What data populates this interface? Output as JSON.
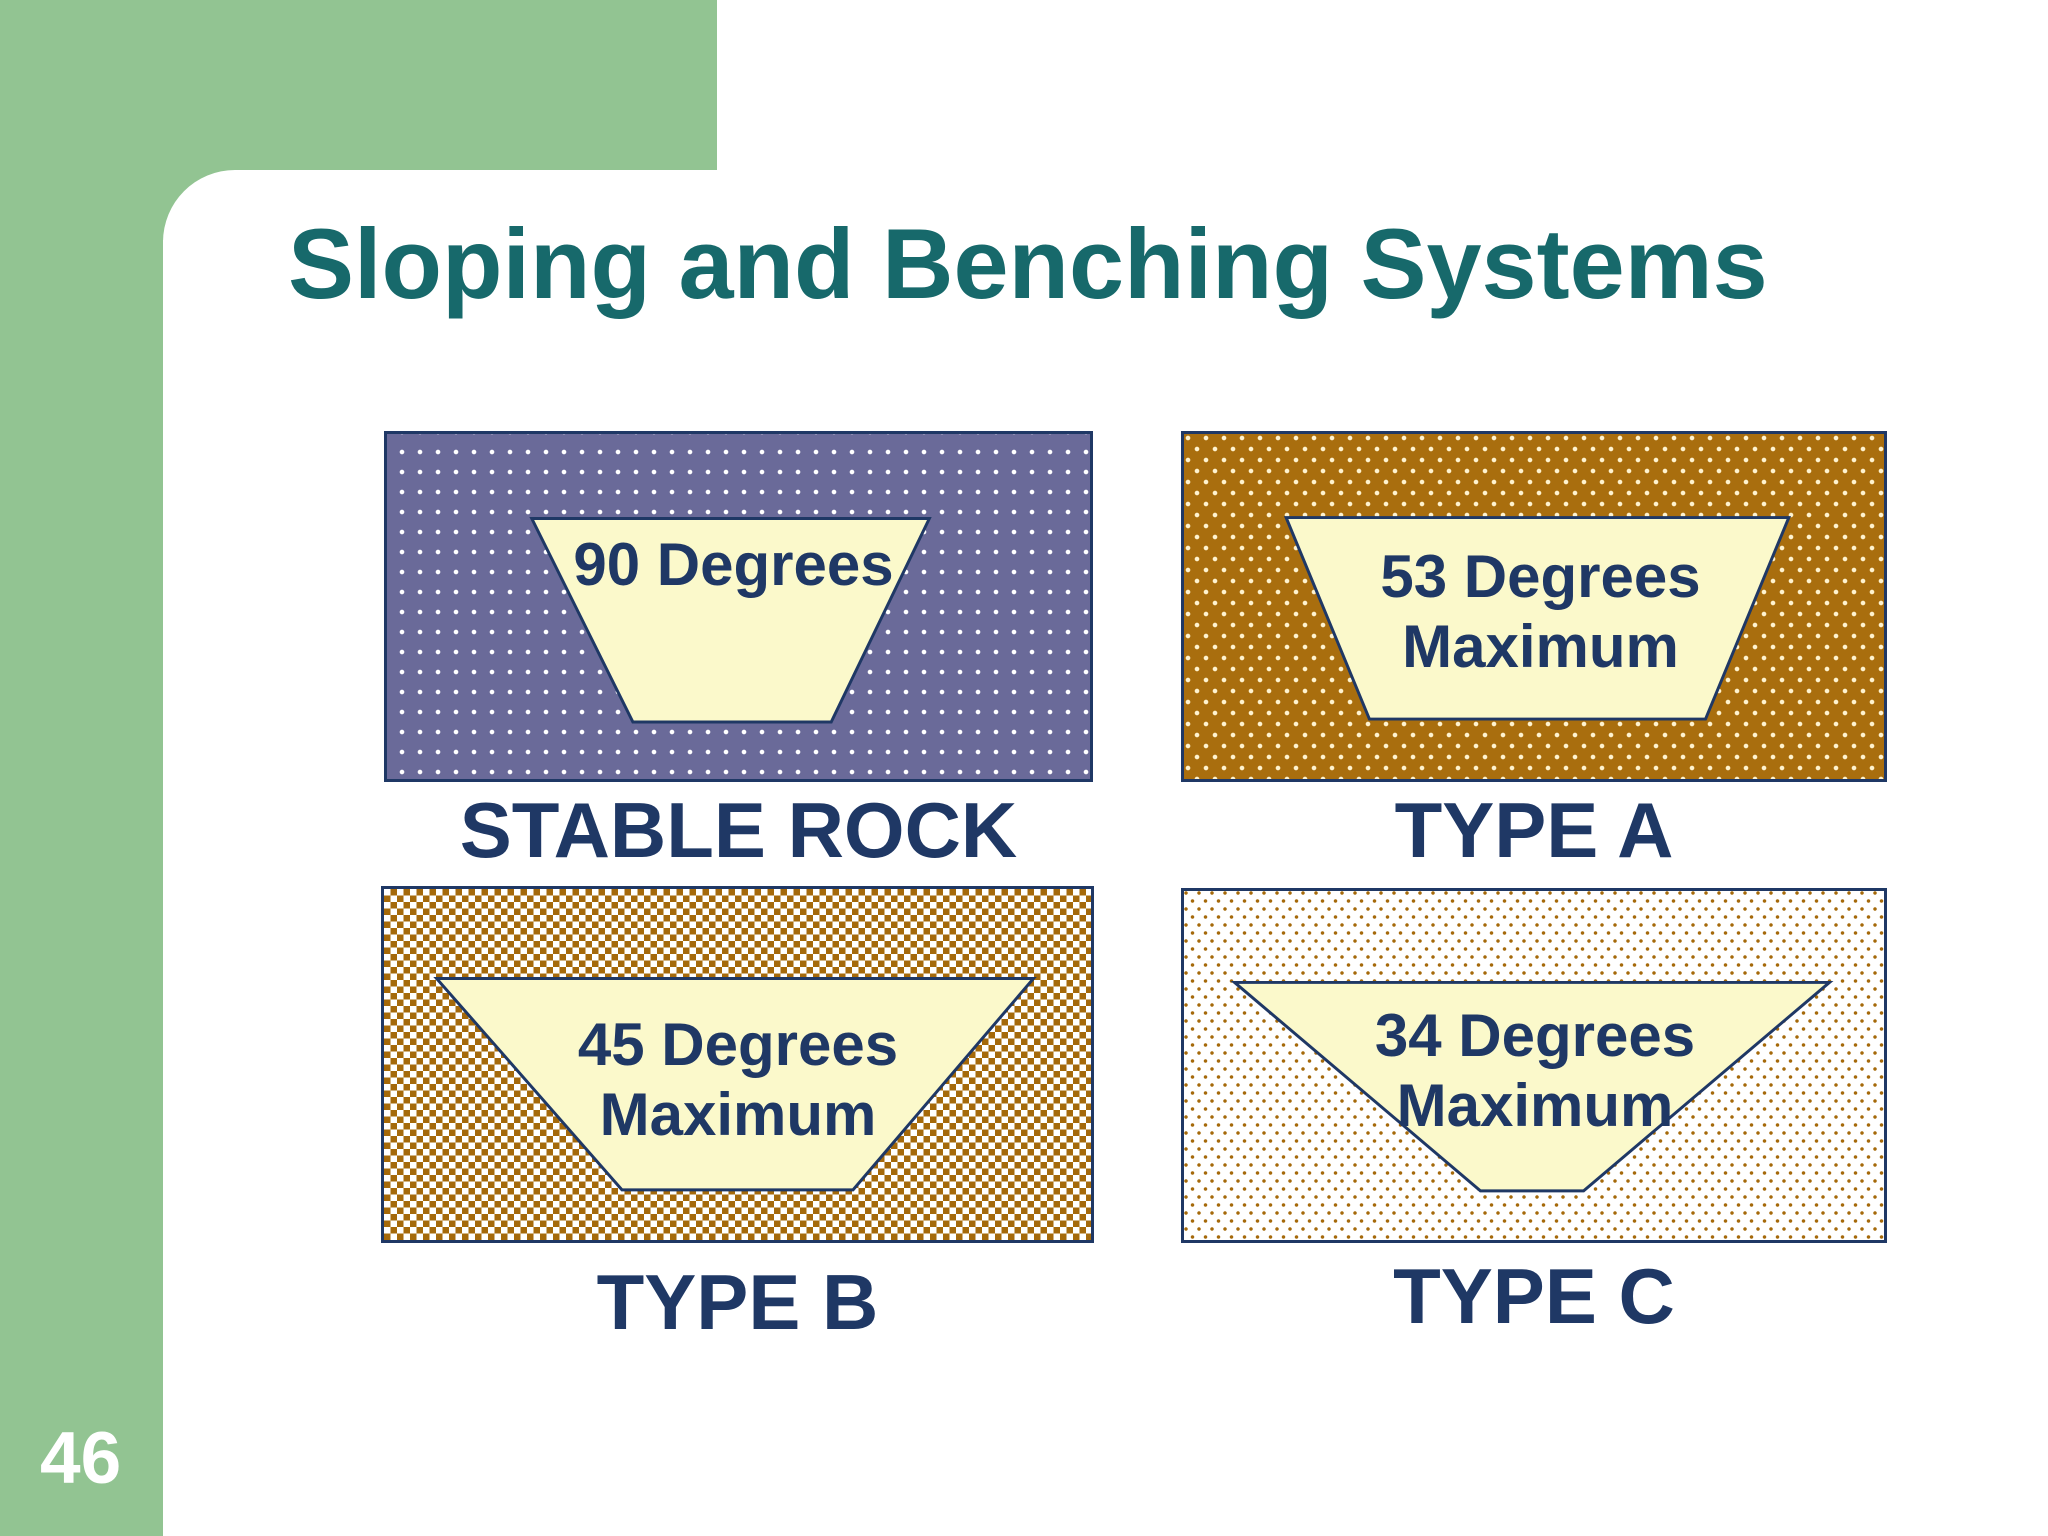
{
  "slide": {
    "title": "Sloping and Benching Systems",
    "page_number": "46"
  },
  "panels": [
    {
      "label": "STABLE ROCK",
      "angle_line1": "90 Degrees",
      "angle_line2": "",
      "pattern": "purple-white-dot-grid"
    },
    {
      "label": "TYPE A",
      "angle_line1": "53 Degrees",
      "angle_line2": "Maximum",
      "pattern": "brown-cream-dot-lattice"
    },
    {
      "label": "TYPE B",
      "angle_line1": "45 Degrees",
      "angle_line2": "Maximum",
      "pattern": "brown-checker-on-white"
    },
    {
      "label": "TYPE C",
      "angle_line1": "34 Degrees",
      "angle_line2": "Maximum",
      "pattern": "sparse-brown-dots-on-white"
    }
  ],
  "colors": {
    "accent_green": "#92C492",
    "title_teal": "#17696B",
    "navy": "#1F3865",
    "trapezoid_fill": "#FBF9CB",
    "stable_rock_bg": "#6A6A99",
    "type_a_bg": "#A96E0E",
    "soil_brown": "#A5690A",
    "dot_cream": "#FFF3CF"
  }
}
